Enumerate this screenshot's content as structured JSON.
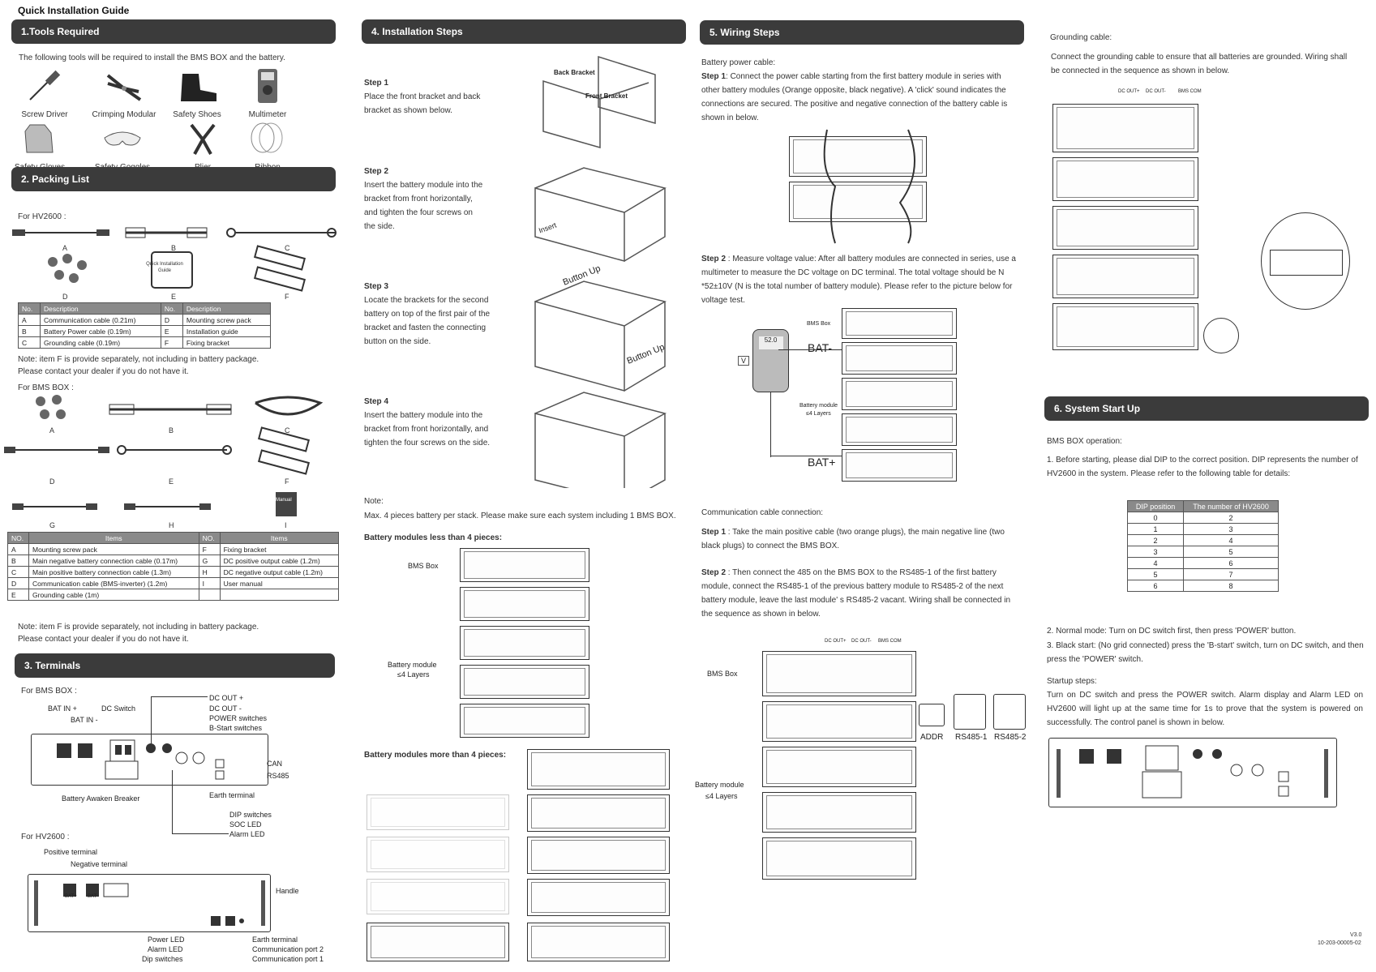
{
  "doc_title": "Quick Installation Guide",
  "version": "V3.0",
  "doc_code": "10-203-00005-02",
  "sec1": {
    "title": "1.Tools Required",
    "intro": "The following tools will be required to install the BMS BOX and the battery.",
    "tools": [
      "Screw Driver",
      "Crimping Modular",
      "Safety Shoes",
      "Multimeter",
      "Safety Gloves",
      "Safety Goggles",
      "Plier",
      "Ribbon"
    ]
  },
  "sec2": {
    "title": "2. Packing List",
    "for_hv": "For HV2600 :",
    "hv_letters": [
      "A",
      "B",
      "C",
      "D",
      "E",
      "F"
    ],
    "guide_book": "Quick Installation Guide",
    "t1_head": [
      "No.",
      "Description",
      "No.",
      "Description"
    ],
    "t1_rows": [
      [
        "A",
        "Communication cable (0.21m)",
        "D",
        "Mounting screw pack"
      ],
      [
        "B",
        "Battery Power cable (0.19m)",
        "E",
        "Installation guide"
      ],
      [
        "C",
        "Grounding cable (0.19m)",
        "F",
        "Fixing bracket"
      ]
    ],
    "note1a": "Note: item F is provide separately, not including in battery package.",
    "note1b": "Please contact your dealer if you do not have it.",
    "for_bms": "For BMS BOX :",
    "bms_letters": [
      "A",
      "B",
      "C",
      "D",
      "E",
      "F",
      "G",
      "H",
      "I"
    ],
    "manual_label": "Manual",
    "t2_head": [
      "NO.",
      "Items",
      "NO.",
      "Items"
    ],
    "t2_rows": [
      [
        "A",
        "Mounting screw pack",
        "F",
        "Fixing bracket"
      ],
      [
        "B",
        "Main negative battery connection cable (0.17m)",
        "G",
        "DC positive output cable (1.2m)"
      ],
      [
        "C",
        "Main positive battery connection cable (1.3m)",
        "H",
        "DC negative output cable (1.2m)"
      ],
      [
        "D",
        "Communication cable (BMS-inverter) (1.2m)",
        "I",
        "User manual"
      ],
      [
        "E",
        "Grounding cable (1m)",
        "",
        ""
      ]
    ],
    "note2a": "Note: item F is provide separately, not including in battery package.",
    "note2b": "Please contact your dealer if you do not have it."
  },
  "sec3": {
    "title": "3. Terminals",
    "for_bms": "For BMS BOX :",
    "labels": {
      "bat_in_plus": "BAT IN +",
      "bat_in_minus": "BAT IN -",
      "dc_switch": "DC Switch",
      "dc_out_plus": "DC OUT +",
      "dc_out_minus": "DC OUT -",
      "power": "POWER switches",
      "bstart": "B-Start switches",
      "can": "CAN",
      "rs485": "RS485",
      "breaker": "Battery Awaken Breaker",
      "earth": "Earth terminal",
      "dip": "DIP switches",
      "soc": "SOC LED",
      "alarm": "Alarm LED"
    },
    "for_hv": "For HV2600 :",
    "hv_labels": {
      "pos": "Positive terminal",
      "neg": "Negative terminal",
      "handle": "Handle",
      "power_led": "Power LED",
      "alarm_led": "Alarm LED",
      "dip": "Dip switches",
      "earth": "Earth terminal",
      "comm2": "Communication port 2",
      "comm1": "Communication port 1",
      "bat_plus": "BAT+",
      "bat_minus": "BAT-"
    }
  },
  "sec4": {
    "title": "4. Installation Steps",
    "steps": [
      {
        "h": "Step 1",
        "b": "Place the front bracket and back bracket as shown below."
      },
      {
        "h": "Step 2",
        "b": "Insert the battery module into the bracket from front horizontally, and tighten the four screws on the side."
      },
      {
        "h": "Step 3",
        "b": "Locate the brackets for the second battery on top of the first pair of the bracket and fasten the connecting button on the side."
      },
      {
        "h": "Step 4",
        "b": "Insert the battery module into the bracket from front horizontally, and tighten the four screws on the side."
      }
    ],
    "back_bracket": "Back Bracket",
    "front_bracket": "Front Bracket",
    "insert": "Insert",
    "button_up": "Button Up",
    "note_h": "Note:",
    "note": "Max. 4 pieces battery per stack. Please make sure each system including 1 BMS BOX.",
    "less": "Battery modules less than 4 pieces:",
    "more": "Battery modules more than 4 pieces:",
    "bms_box": "BMS Box",
    "battery_module": "Battery module",
    "layers": "≤4 Layers"
  },
  "sec5": {
    "title": "5. Wiring Steps",
    "power_cable": "Battery power cable:",
    "step1_h": "Step 1",
    "step1": ": Connect the power cable starting from the first battery module in series with other battery modules (Orange opposite, black negative). A 'click' sound indicates the connections are secured. The positive and negative connection of the battery cable is shown in below.",
    "step2_h": "Step 2",
    "step2": " : Measure voltage value: After all battery modules are connected in series, use a multimeter to measure the DC voltage on DC terminal. The total voltage should be N *52±10V (N is the total number of battery module). Please refer to the picture below for voltage test.",
    "bat_minus": "BAT-",
    "bat_plus": "BAT+",
    "meter_v": "V",
    "meter_reading": "52.0",
    "comm_h": "Communication cable connection:",
    "c1_h": "Step 1",
    "c1": " : Take the main positive cable (two orange plugs), the main negative line (two black plugs) to connect the BMS BOX.",
    "c2_h": "Step 2",
    "c2": " : Then connect the 485 on the BMS BOX to the RS485-1 of the first battery module, connect the RS485-1 of the previous battery module to RS485-2 of the next battery module, leave the last module' s RS485-2 vacant. Wiring shall be connected in the sequence as shown in below.",
    "addr": "ADDR",
    "rs1": "RS485-1",
    "rs2": "RS485-2",
    "bms_box": "BMS Box",
    "battery_module": "Battery module",
    "layers": "≤4 Layers",
    "dc_out_plus": "DC OUT+",
    "dc_out": "DC OUT-",
    "bms_com": "BMS COM"
  },
  "sec6": {
    "ground_h": "Grounding cable:",
    "ground": "Connect the grounding cable to ensure that all batteries are grounded. Wiring shall be connected in the sequence as shown in below.",
    "title": "6. System Start Up",
    "bms_op": "BMS BOX operation:",
    "p1": "1. Before starting, please dial DIP to the correct position. DIP represents the number of HV2600 in the system. Please refer to the following table for details:",
    "dip_head": [
      "DIP position",
      "The number of HV2600"
    ],
    "dip_rows": [
      [
        "0",
        "2"
      ],
      [
        "1",
        "3"
      ],
      [
        "2",
        "4"
      ],
      [
        "3",
        "5"
      ],
      [
        "4",
        "6"
      ],
      [
        "5",
        "7"
      ],
      [
        "6",
        "8"
      ]
    ],
    "p2": "2. Normal mode: Turn on DC switch first, then press 'POWER' button.",
    "p3": "3. Black start: (No grid connected) press the 'B-start' switch, turn on DC switch, and then press the 'POWER' switch.",
    "startup_h": "Startup steps:",
    "startup": "Turn on DC switch and press the POWER switch. Alarm display and Alarm LED on HV2600 will light up at the same time for 1s to prove that the system is powered on successfully. The control panel is shown in below."
  },
  "colors": {
    "header_bg": "#3b3b3b",
    "table_head": "#8a8a8a"
  }
}
